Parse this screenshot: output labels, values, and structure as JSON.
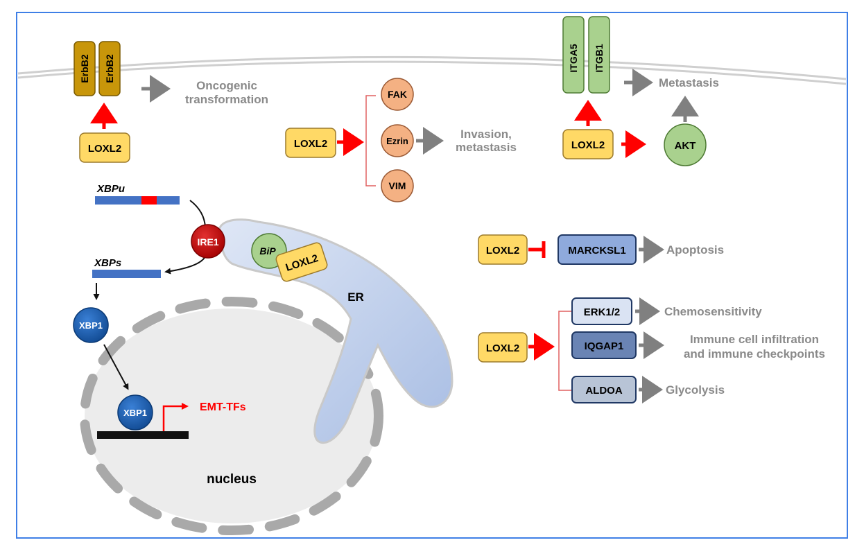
{
  "colors": {
    "frame": "#3f7fe6",
    "loxl2_fill": "#ffd966",
    "loxl2_stroke": "#9c7a2c",
    "erbb2_fill": "#c8960a",
    "integrin_fill": "#a9d18e",
    "kinase_fill": "#f4b183",
    "kinase_stroke": "#9b5a35",
    "ire1_fill": "#c00000",
    "xbp1_fill": "#1f5fb0",
    "er_fill": "#b4c7e7",
    "nucleus_fill": "#eeeeee",
    "marcksl1_fill": "#8faadc",
    "erk_fill": "#dae3f3",
    "iqgap1_fill": "#6a84b4",
    "aldoa_fill": "#b8c4d6",
    "activation_arrow": "#ff0000",
    "outcome_arrow": "#808080",
    "outcome_text": "#8a8a8a",
    "emt_text": "#ff0000"
  },
  "membrane": {
    "erbb2_left": "ErbB2",
    "erbb2_right": "ErbB2",
    "erbb2_loxl2": "LOXL2",
    "erbb2_outcome_line1": "Oncogenic",
    "erbb2_outcome_line2": "transformation",
    "itga5": "ITGA5",
    "itgb1": "ITGB1",
    "integrin_loxl2": "LOXL2",
    "integrin_outcome": "Metastasis",
    "akt": "AKT"
  },
  "invasion_pathway": {
    "loxl2": "LOXL2",
    "targets": [
      "FAK",
      "Ezrin",
      "VIM"
    ],
    "outcome_line1": "Invasion,",
    "outcome_line2": "metastasis"
  },
  "er_pathway": {
    "xbpu": "XBPu",
    "ire1": "IRE1",
    "xbps": "XBPs",
    "bip": "BiP",
    "loxl2": "LOXL2",
    "er": "ER",
    "xbp1_cyto": "XBP1",
    "xbp1_nuclear": "XBP1",
    "emt_tfs": "EMT-TFs",
    "nucleus": "nucleus"
  },
  "apoptosis_pathway": {
    "loxl2": "LOXL2",
    "target": "MARCKSL1",
    "outcome": "Apoptosis"
  },
  "branch_pathway": {
    "loxl2": "LOXL2",
    "targets": [
      {
        "label": "ERK1/2",
        "outcome_line1": "Chemosensitivity",
        "outcome_line2": ""
      },
      {
        "label": "IQGAP1",
        "outcome_line1": "Immune cell infiltration",
        "outcome_line2": "and immune checkpoints"
      },
      {
        "label": "ALDOA",
        "outcome_line1": "Glycolysis",
        "outcome_line2": ""
      }
    ]
  }
}
